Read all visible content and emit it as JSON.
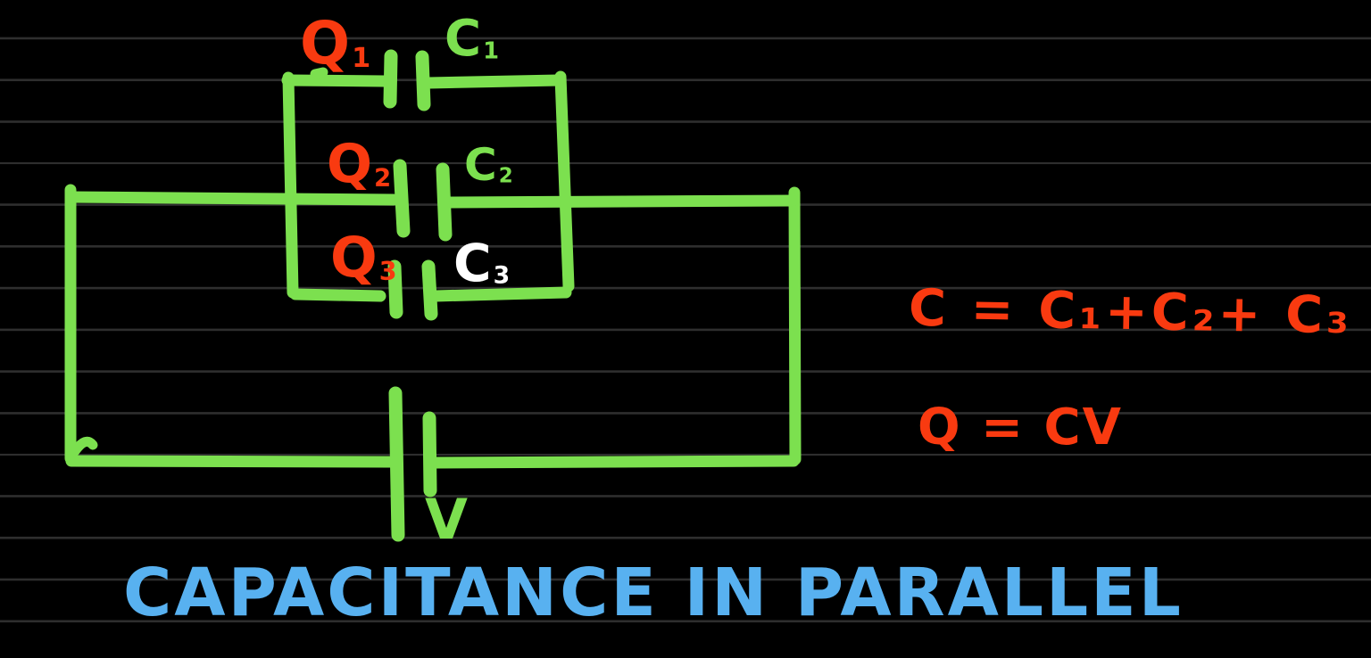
{
  "colors": {
    "wire": "#7ce04f",
    "red": "#f93a10",
    "blue": "#58b1f0",
    "white": "#ffffff",
    "rule": "#2e2e2e",
    "bg": "#000000"
  },
  "circuit": {
    "labels": {
      "q1": {
        "base": "Q",
        "sub": "1"
      },
      "c1": {
        "base": "C",
        "sub": "1"
      },
      "q2": {
        "base": "Q",
        "sub": "2"
      },
      "c2": {
        "base": "C",
        "sub": "2"
      },
      "q3": {
        "base": "Q",
        "sub": "3"
      },
      "c3": {
        "base": "C",
        "sub": "3"
      },
      "battery": {
        "base": "V",
        "sub": ""
      }
    }
  },
  "formulas": {
    "capacitance_sum": "C = C₁+C₂+ C₃",
    "charge": "Q = CV"
  },
  "title": "CAPACITANCE IN PARALLEL"
}
